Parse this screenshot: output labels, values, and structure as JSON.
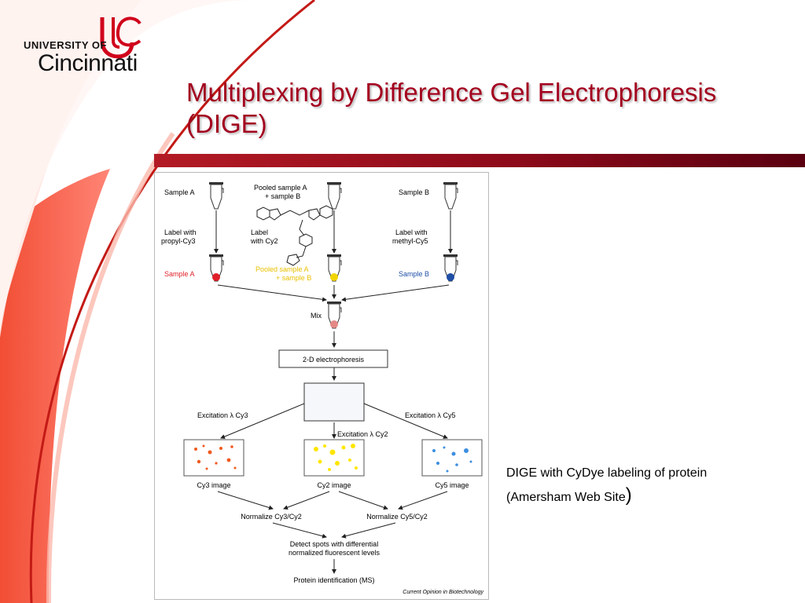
{
  "logo": {
    "line1": "UNIVERSITY OF",
    "line2": "Cincinnati",
    "mark": "UC"
  },
  "title": {
    "line1": "Multiplexing by Difference Gel Electrophoresis",
    "line2": "(DIGE)"
  },
  "diagram": {
    "sample_a": "Sample A",
    "pooled_line1": "Pooled sample A",
    "pooled_line2": "+ sample B",
    "sample_b": "Sample B",
    "label_cy3_line1": "Label with",
    "label_cy3_line2": "propyl-Cy3",
    "label_cy2_line1": "Label",
    "label_cy2_line2": "with Cy2",
    "label_cy5_line1": "Label with",
    "label_cy5_line2": "methyl-Cy5",
    "labeled_a": "Sample A",
    "labeled_pooled_line1": "Pooled sample A",
    "labeled_pooled_line2": "+ sample B",
    "labeled_b": "Sample B",
    "mix": "Mix",
    "electrophoresis": "2-D electrophoresis",
    "excitation_cy3": "Excitation λ Cy3",
    "excitation_cy2": "Excitation λ Cy2",
    "excitation_cy5": "Excitation λ Cy5",
    "cy3_image": "Cy3 image",
    "cy2_image": "Cy2 image",
    "cy5_image": "Cy5 image",
    "normalize_cy3": "Normalize Cy3/Cy2",
    "normalize_cy5": "Normalize Cy5/Cy2",
    "detect_line1": "Detect spots with differential",
    "detect_line2": "normalized fluorescent levels",
    "protein_id": "Protein identification (MS)",
    "source": "Current Opinion in Biotechnology"
  },
  "caption": {
    "line1": "DIGE with CyDye labeling of protein",
    "line2": "(Amersham Web Site",
    "paren": ")"
  },
  "colors": {
    "title": "#a3001e",
    "accent_bar": "#8d0a1a",
    "cy3_red": "#e0202a",
    "cy2_yellow": "#f2d400",
    "cy5_blue": "#1f4fa6",
    "mix_pink": "#e48a86",
    "cy3_spot": "#f05a1e",
    "cy2_spot": "#ffe600",
    "cy5_spot": "#3d8fe0"
  }
}
